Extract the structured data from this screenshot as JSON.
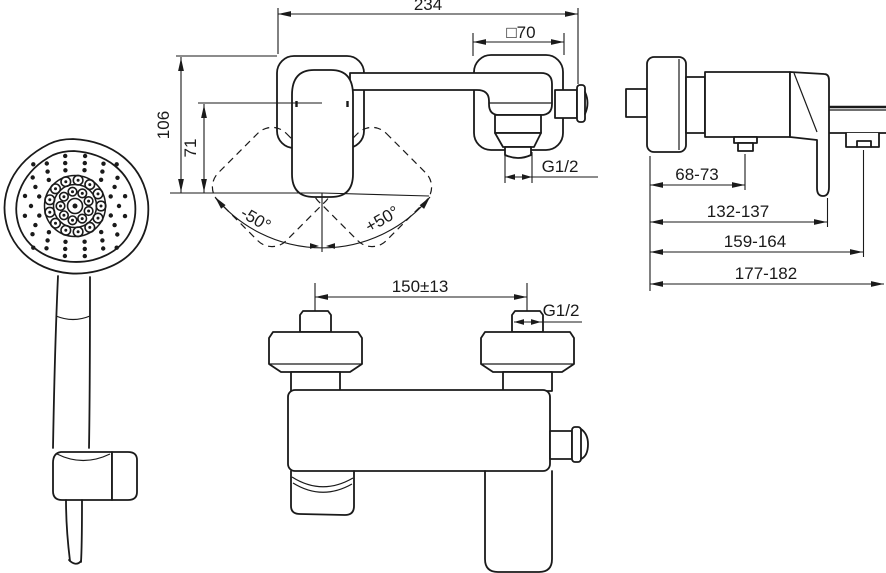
{
  "colors": {
    "line": "#1a1a1a",
    "background": "#ffffff"
  },
  "views": {
    "wall_mount_front": {
      "dim_width": "234",
      "dim_escutcheon_size": "□70",
      "dim_height_total": "106",
      "dim_height_handle": "71",
      "angle_left": "-50°",
      "angle_right": "+50°",
      "thread_label": "G1/2"
    },
    "side": {
      "dim_wall_to_outlet": "68-73",
      "dim_wall_to_handle": "132-137",
      "dim_wall_to_connector": "159-164",
      "dim_total": "177-182"
    },
    "exposed_front": {
      "dim_inlet_centers": "150±13",
      "thread_label": "G1/2"
    }
  }
}
